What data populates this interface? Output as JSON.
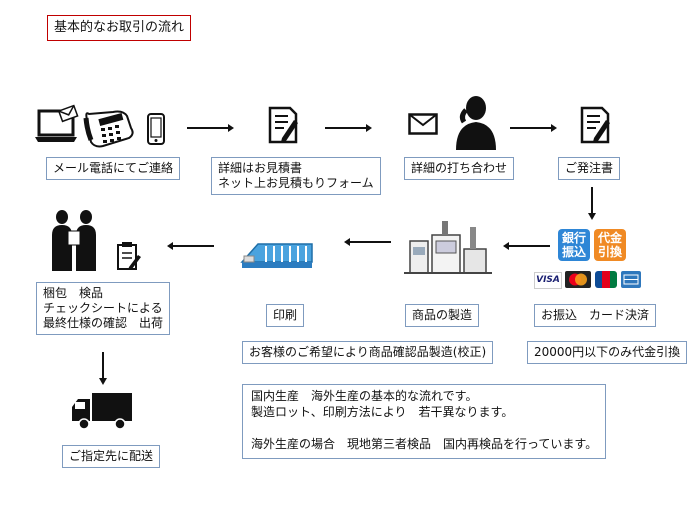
{
  "title": "基本的なお取引の流れ",
  "steps": {
    "contact": "メール電話にてご連絡",
    "quote": [
      "詳細はお見積書",
      "ネット上お見積もりフォーム"
    ],
    "meeting": "詳細の打ち合わせ",
    "order": "ご発注書",
    "payment": "お振込　カード決済",
    "cod": "20000円以下のみ代金引換",
    "manufacture": "商品の製造",
    "print": "印刷",
    "proof": "お客様のご希望により商品確認品製造(校正)",
    "packing": [
      "梱包　検品",
      "チェックシートによる",
      "最終仕様の確認　出荷"
    ],
    "delivery": "ご指定先に配送"
  },
  "bank_icon": [
    "銀行",
    "振込"
  ],
  "cod_icon": [
    "代金",
    "引換"
  ],
  "cards": [
    "VISA",
    "MasterCard",
    "JCB",
    "AMEX"
  ],
  "note": [
    "国内生産　海外生産の基本的な流れです。",
    "製造ロット、印刷方法により　若干異なります。",
    "",
    "海外生産の場合　現地第三者検品　国内再検品を行っています。"
  ],
  "colors": {
    "title_border": "#c00000",
    "box_border": "#7f9bbf",
    "bank": "#2e86d6",
    "cod": "#f08a24"
  }
}
